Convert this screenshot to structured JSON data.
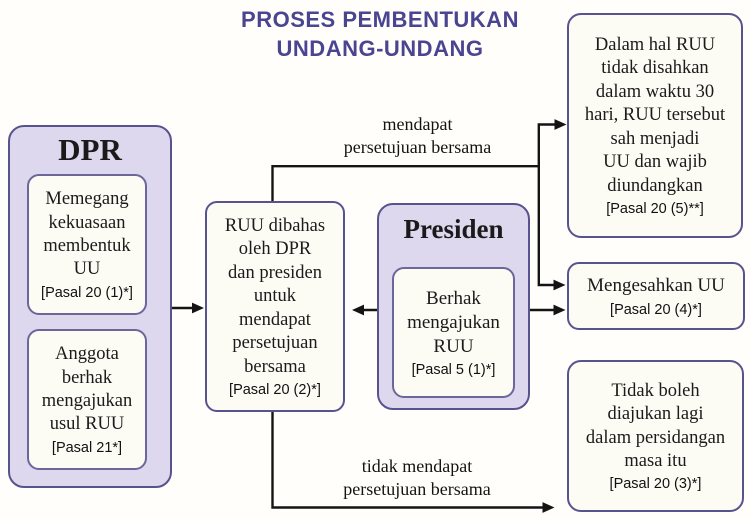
{
  "title": "PROSES PEMBENTUKAN\nUNDANG-UNDANG",
  "colors": {
    "title": "#4a4591",
    "panel_fill": "#ddd8ed",
    "panel_border": "#57538e",
    "card_fill": "#fcfbf4",
    "arrow": "#141414"
  },
  "dpr": {
    "header": "DPR",
    "boxes": [
      {
        "text": "Memegang\nkekuasaan\nmembentuk\nUU",
        "pasal": "[Pasal 20 (1)*]"
      },
      {
        "text": "Anggota\nberhak\nmengajukan\nusul RUU",
        "pasal": "[Pasal 21*]"
      }
    ]
  },
  "center": {
    "text": "RUU dibahas\noleh DPR\ndan presiden\nuntuk\nmendapat\npersetujuan\nbersama",
    "pasal": "[Pasal 20 (2)*]"
  },
  "presiden": {
    "header": "Presiden",
    "box": {
      "text": "Berhak\nmengajukan\nRUU",
      "pasal": "[Pasal 5 (1)*]"
    }
  },
  "outcomes": [
    {
      "text": "Dalam hal RUU\ntidak disahkan\ndalam waktu 30\nhari, RUU tersebut\nsah menjadi\nUU dan wajib\ndiundangkan",
      "pasal": "[Pasal 20 (5)**]"
    },
    {
      "text": "Mengesahkan UU",
      "pasal": "[Pasal 20 (4)*]"
    },
    {
      "text": "Tidak boleh\ndiajukan lagi\ndalam persidangan\nmasa itu",
      "pasal": "[Pasal 20 (3)*]"
    }
  ],
  "edges": {
    "approved_label": "mendapat\npersetujuan bersama",
    "rejected_label": "tidak mendapat\npersetujuan bersama"
  }
}
